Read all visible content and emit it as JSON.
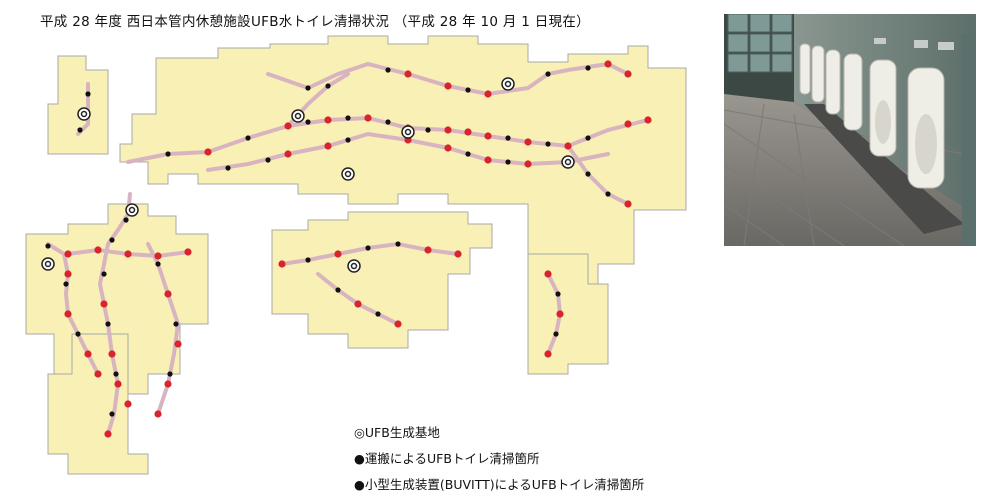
{
  "title": "平成 28 年度  西日本管内休憩施設UFB水トイレ清掃状況 （平成 28 年 10 月 1 日現在）",
  "legend": {
    "base": "◎UFB生成基地",
    "black": "●運搬によるUFBトイレ清掃箇所",
    "red": "●小型生成装置(BUVITT)によるUFBトイレ清掃箇所"
  },
  "colors": {
    "land": "#f8f0b4",
    "land_border": "#a8a8a8",
    "route": "#d8b4c0",
    "black_marker": "#111111",
    "red_marker": "#d8242c",
    "base_marker": "#222222"
  },
  "photo": {
    "description_icon": "restroom-urinals-photo"
  }
}
